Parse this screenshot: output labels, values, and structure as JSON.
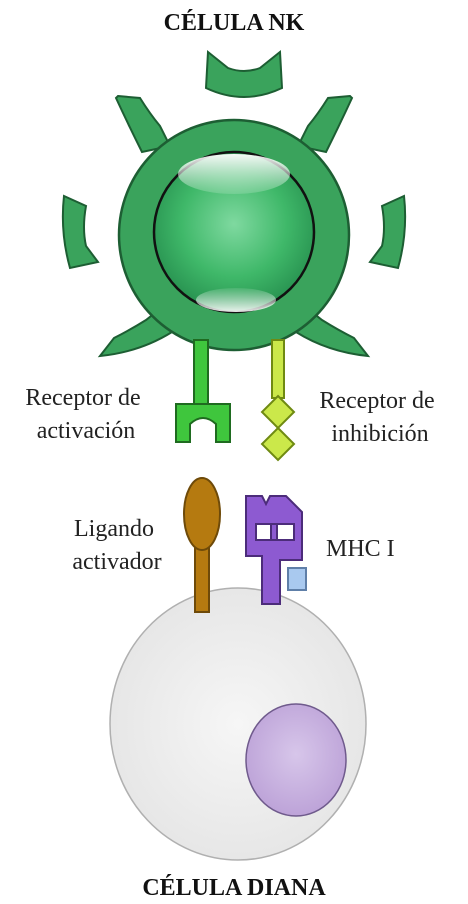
{
  "title_top": "CÉLULA NK",
  "title_bottom": "CÉLULA DIANA",
  "labels": {
    "activation_receptor": [
      "Receptor de",
      "activación"
    ],
    "inhibition_receptor": [
      "Receptor de",
      "inhibición"
    ],
    "activating_ligand": [
      "Ligando",
      "activador"
    ],
    "mhc": "MHC I"
  },
  "colors": {
    "nk_green": "#3aa35c",
    "nk_dark": "#1d5e33",
    "activation_receptor": "#3fc63d",
    "inhibition_receptor": "#cbe84a",
    "ligand": "#b57a10",
    "mhc": "#8d5ad1",
    "mhc_small": "#a9c9ef",
    "target_cell": "#eeeeee",
    "target_nucleus": "#c9b3df"
  }
}
